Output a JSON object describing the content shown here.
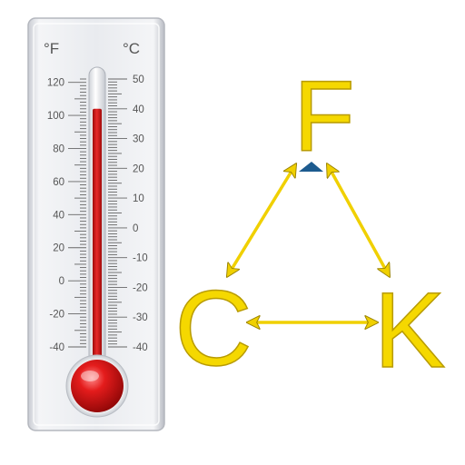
{
  "thermometer": {
    "unit_left": "°F",
    "unit_right": "°C",
    "fahrenheit_scale": [
      {
        "label": "120",
        "value": 120
      },
      {
        "label": "100",
        "value": 100
      },
      {
        "label": "80",
        "value": 80
      },
      {
        "label": "60",
        "value": 60
      },
      {
        "label": "40",
        "value": 40
      },
      {
        "label": "20",
        "value": 20
      },
      {
        "label": "0",
        "value": 0
      },
      {
        "label": "-20",
        "value": -20
      },
      {
        "label": "-40",
        "value": -40
      }
    ],
    "celsius_scale": [
      {
        "label": "50",
        "value": 50
      },
      {
        "label": "40",
        "value": 40
      },
      {
        "label": "30",
        "value": 30
      },
      {
        "label": "20",
        "value": 20
      },
      {
        "label": "10",
        "value": 10
      },
      {
        "label": "0",
        "value": 0
      },
      {
        "label": "-10",
        "value": -10
      },
      {
        "label": "-20",
        "value": -20
      },
      {
        "label": "-30",
        "value": -30
      },
      {
        "label": "-40",
        "value": -40
      }
    ],
    "reading_celsius": 40,
    "colors": {
      "liquid": "#d81a1a",
      "bulb": "#d01010",
      "case": "#e8eaee",
      "ticks": "#666666"
    }
  },
  "conversion_diagram": {
    "nodes": {
      "top": "F",
      "bottom_left": "C",
      "bottom_right": "K"
    },
    "colors": {
      "letters": "#f5d800",
      "letter_outline": "#b89b00",
      "arrows": "#f0d000",
      "apex_marker": "#1d5b8f"
    }
  }
}
